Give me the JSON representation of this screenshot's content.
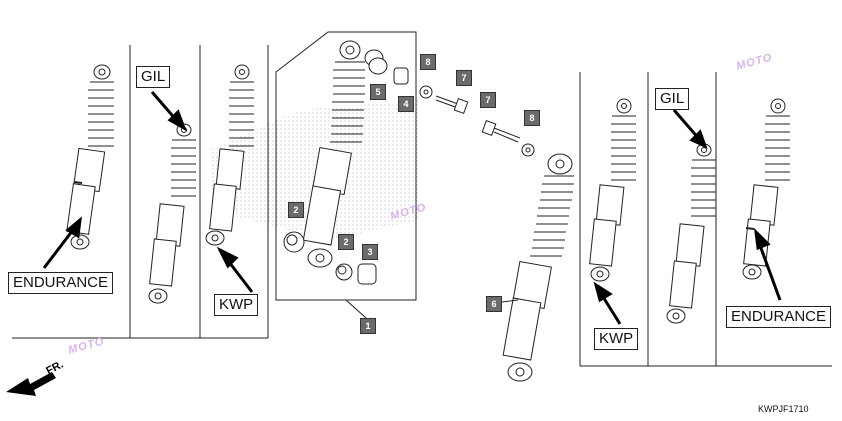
{
  "labels": {
    "gil_left": "GIL",
    "endurance_left": "ENDURANCE",
    "kwp_left": "KWP",
    "kwp_right": "KWP",
    "gil_right": "GIL",
    "endurance_right": "ENDURANCE",
    "front_arrow": "FR.",
    "diagram_code": "KWPJF1710"
  },
  "callouts": {
    "c1": "1",
    "c2a": "2",
    "c2b": "2",
    "c3": "3",
    "c4": "4",
    "c5": "5",
    "c6": "6",
    "c7a": "7",
    "c7b": "7",
    "c8a": "8",
    "c8b": "8"
  },
  "watermark": "MOTO",
  "colors": {
    "line": "#222222",
    "callout_bg": "#6b6b6b",
    "watermark": "#d8b4e8"
  }
}
